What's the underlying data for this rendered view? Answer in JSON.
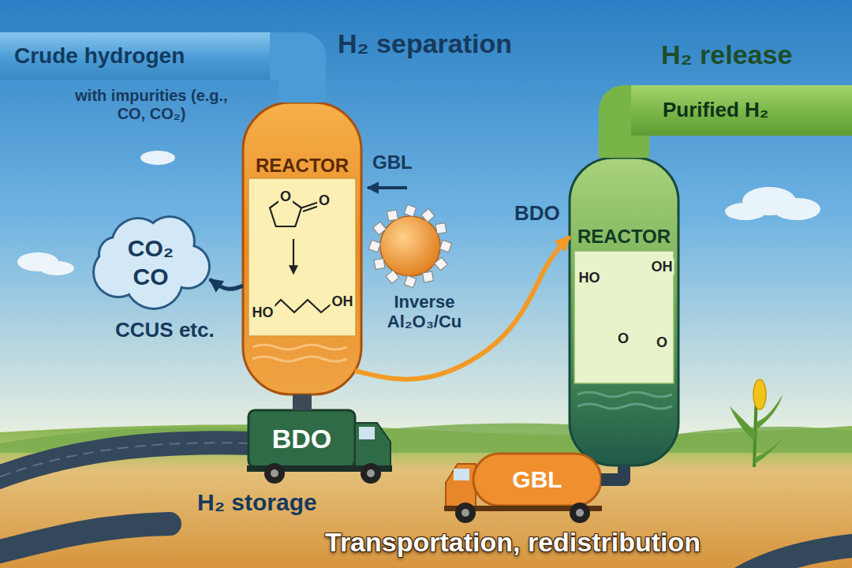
{
  "diagram": {
    "nodes": [
      {
        "text": [
          "Crude hydrogen"
        ]
      },
      {
        "text": [
          "REACTOR"
        ]
      },
      {
        "text": [
          "CO₂",
          "CO"
        ]
      },
      {
        "text": [
          "Purified H₂"
        ]
      },
      {
        "text": [
          "REACTOR"
        ]
      },
      {
        "text": [
          "BDO"
        ]
      },
      {
        "text": [
          "GBL"
        ]
      }
    ],
    "edges": [
      {
        "from": 0,
        "to": 1,
        "arrow": "none"
      },
      {
        "from": 1,
        "to": 2,
        "arrow": "to"
      },
      {
        "from": 1,
        "to": 4,
        "label": "BDO",
        "arrow": "to"
      },
      {
        "from": 4,
        "to": 3,
        "arrow": "none"
      },
      {
        "from": 1,
        "to": 5,
        "arrow": "none"
      },
      {
        "from": 4,
        "to": 6,
        "arrow": "none"
      }
    ],
    "labels": [
      "H₂ separation",
      "with impurities (e.g., CO, CO₂)",
      "H₂ release",
      "GBL",
      "O",
      "O",
      "HO",
      "OH",
      "Inverse Al₂O₃/Cu",
      "CCUS etc.",
      "HO",
      "OH",
      "O",
      "O",
      "H₂ storage",
      "Transportation, redistribution"
    ]
  }
}
